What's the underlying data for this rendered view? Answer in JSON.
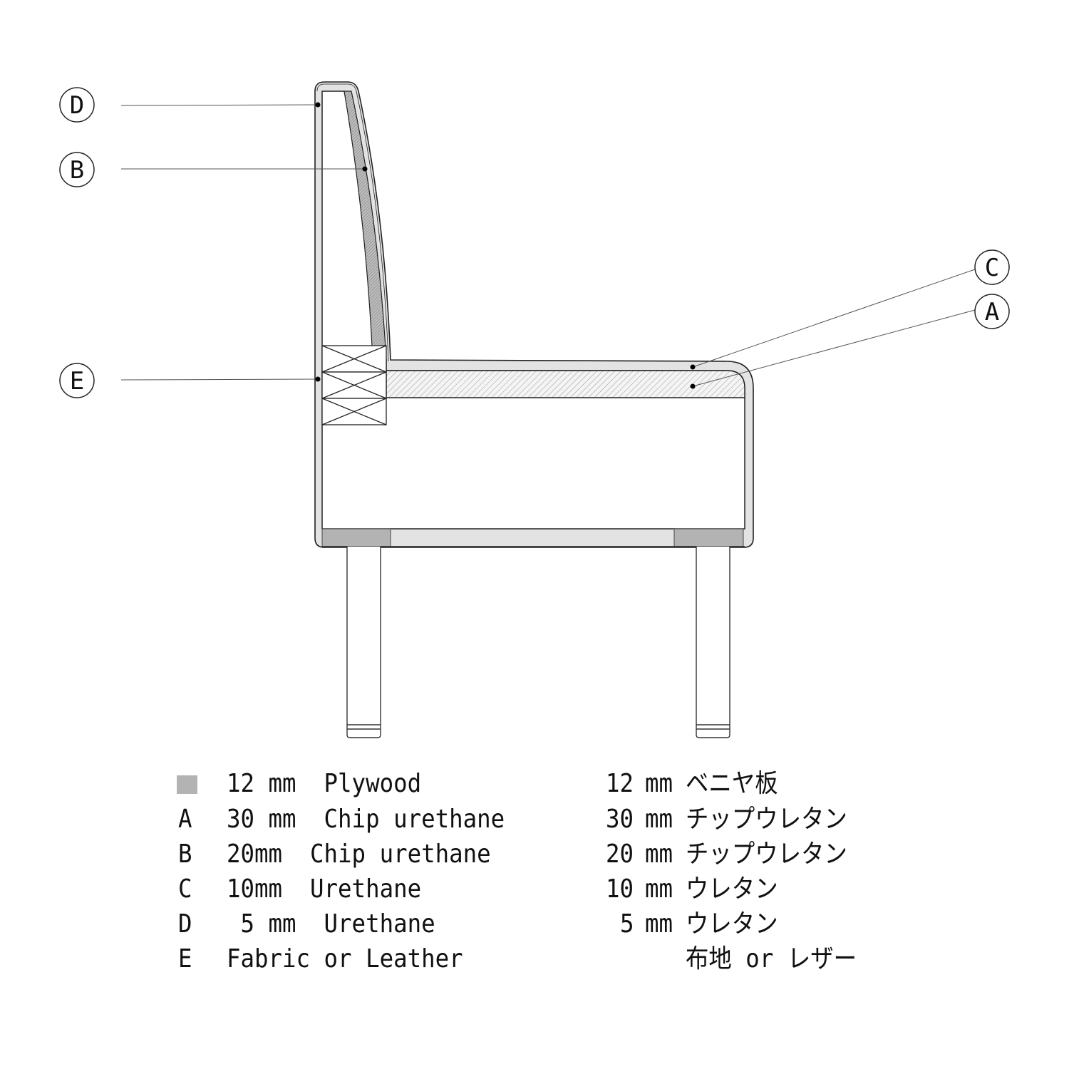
{
  "callouts": {
    "D": "D",
    "B": "B",
    "E": "E",
    "C": "C",
    "A": "A"
  },
  "legend": [
    {
      "key": "",
      "en": "12 mm  Plywood",
      "num": "12",
      "unit": "mm",
      "ja": "ベニヤ板"
    },
    {
      "key": "A",
      "en": "30 mm  Chip urethane",
      "num": "30",
      "unit": "mm",
      "ja": "チップウレタン"
    },
    {
      "key": "B",
      "en": "20mm  Chip urethane",
      "num": "20",
      "unit": "mm",
      "ja": "チップウレタン"
    },
    {
      "key": "C",
      "en": "10mm  Urethane",
      "num": "10",
      "unit": "mm",
      "ja": "ウレタン"
    },
    {
      "key": "D",
      "en": " 5 mm  Urethane",
      "num": "5",
      "unit": "mm",
      "ja": "ウレタン"
    },
    {
      "key": "E",
      "en": "Fabric or Leather",
      "num": "",
      "unit": "",
      "ja": "布地 or レザー"
    }
  ],
  "colors": {
    "plywood": "#b3b3b3",
    "urethane": "#e3e3e3",
    "line": "#222222"
  }
}
